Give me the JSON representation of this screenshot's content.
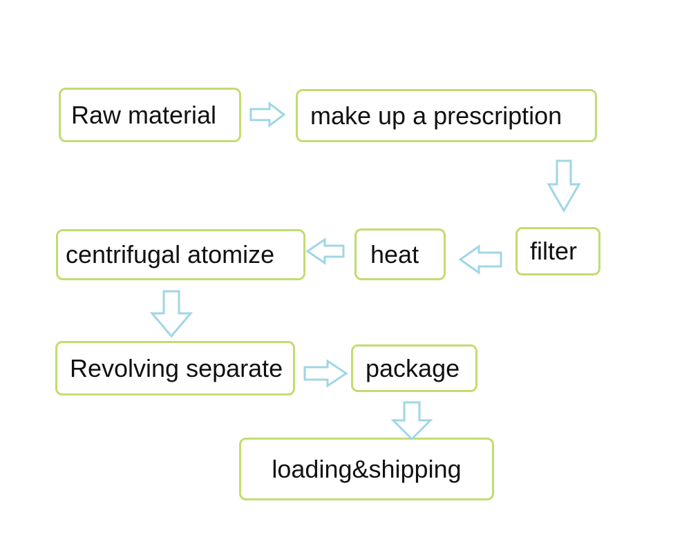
{
  "diagram": {
    "border_color": "#c2dc6e",
    "arrow_color": "#9fd6e6",
    "steps": [
      {
        "id": "raw-material",
        "label": "Raw material"
      },
      {
        "id": "make-up-a-prescription",
        "label": "make up a prescription"
      },
      {
        "id": "filter",
        "label": "filter"
      },
      {
        "id": "heat",
        "label": "heat"
      },
      {
        "id": "centrifugal-atomize",
        "label": "centrifugal atomize"
      },
      {
        "id": "revolving-separate",
        "label": "Revolving separate"
      },
      {
        "id": "package",
        "label": "package"
      },
      {
        "id": "loading-shipping",
        "label": "loading&shipping"
      }
    ],
    "flow": [
      {
        "from": "raw-material",
        "to": "make-up-a-prescription"
      },
      {
        "from": "make-up-a-prescription",
        "to": "filter"
      },
      {
        "from": "filter",
        "to": "heat"
      },
      {
        "from": "heat",
        "to": "centrifugal-atomize"
      },
      {
        "from": "centrifugal-atomize",
        "to": "revolving-separate"
      },
      {
        "from": "revolving-separate",
        "to": "package"
      },
      {
        "from": "package",
        "to": "loading-shipping"
      }
    ]
  }
}
